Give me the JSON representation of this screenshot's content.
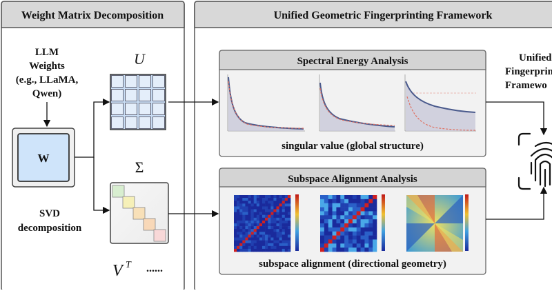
{
  "left_panel": {
    "title": "Weight Matrix Decomposition",
    "input_lines": [
      "LLM",
      "Weights",
      "(e.g., LLaMA,",
      "Qwen)"
    ],
    "matrix_symbol": "W",
    "svd_lines": [
      "SVD",
      "decomposition"
    ],
    "u_label": "U",
    "sigma_label": "Σ",
    "vt_label": "V",
    "vt_superscript": "T",
    "ellipsis": "......"
  },
  "right_panel": {
    "title": "Unified Geometric Fingerprinting Framework",
    "spectral": {
      "title": "Spectral Energy Analysis",
      "caption": "singular value (global structure)"
    },
    "subspace": {
      "title": "Subspace Alignment Analysis",
      "caption": "subspace alignment (directional geometry)"
    },
    "output_lines": [
      "Unified",
      "Fingerprin",
      "Framewo"
    ]
  },
  "colors": {
    "panel_header": "#d8d8d8",
    "panel_border": "#555555",
    "sub_header": "#d4d4d4",
    "sub_fill": "#f2f2f2",
    "w_fill": "#cfe4fa",
    "u_fill": "#c9ddf4",
    "curve_blue": "#4a5a8c",
    "curve_red": "#e07060",
    "heat_low": "#1a2a9c",
    "heat_diag": "#d02020"
  }
}
